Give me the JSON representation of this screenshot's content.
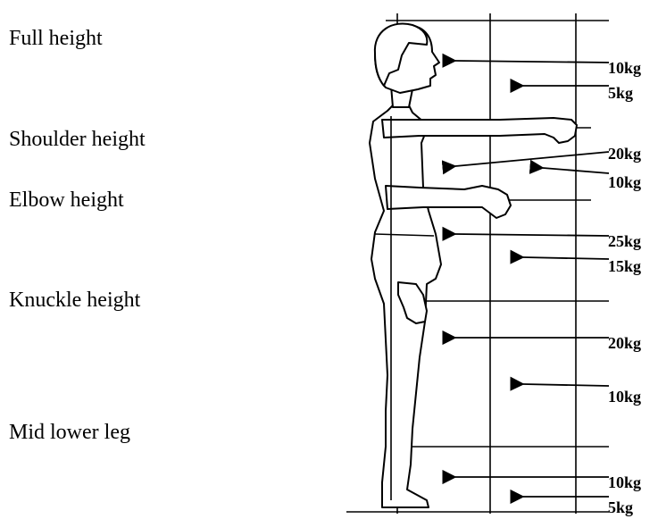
{
  "zones": [
    {
      "label": "Full height"
    },
    {
      "label": "Shoulder height"
    },
    {
      "label": "Elbow height"
    },
    {
      "label": "Knuckle height"
    },
    {
      "label": "Mid lower leg"
    }
  ],
  "weights": [
    {
      "label": "10kg"
    },
    {
      "label": "5kg"
    },
    {
      "label": "20kg"
    },
    {
      "label": "10kg"
    },
    {
      "label": "25kg"
    },
    {
      "label": "15kg"
    },
    {
      "label": "20kg"
    },
    {
      "label": "10kg"
    },
    {
      "label": "10kg"
    },
    {
      "label": "5kg"
    }
  ]
}
